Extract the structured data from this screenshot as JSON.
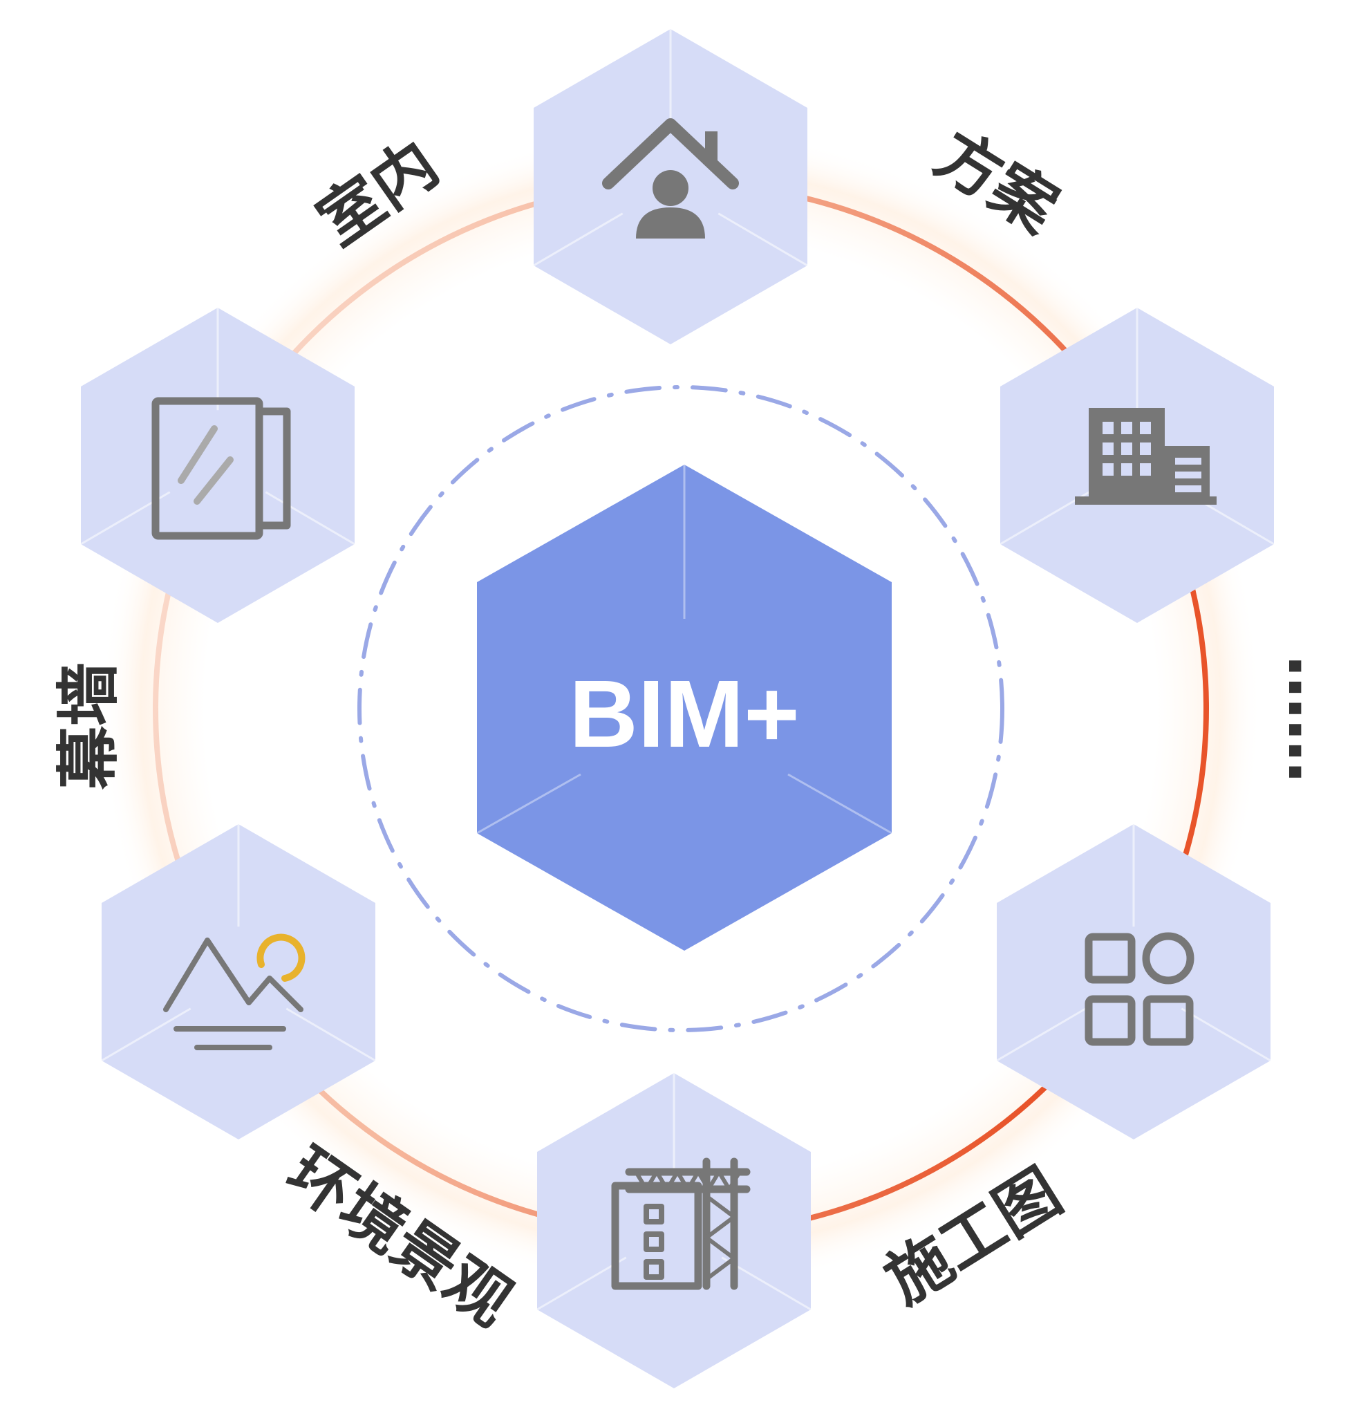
{
  "center": {
    "label": "BIM+"
  },
  "nodes": [
    {
      "id": "interior",
      "label": "室内",
      "icon": "house-person-icon"
    },
    {
      "id": "scheme",
      "label": "方案",
      "icon": "building-icon"
    },
    {
      "id": "construction",
      "label": "施工图",
      "icon": "tower-crane-icon"
    },
    {
      "id": "landscape",
      "label": "环境景观",
      "icon": "mountain-sun-icon"
    },
    {
      "id": "curtain-wall",
      "label": "幕墙",
      "icon": "glass-panel-icon"
    },
    {
      "id": "more",
      "label": "……",
      "icon": "apps-grid-icon"
    }
  ],
  "colors": {
    "ring_orange": "#e8542a",
    "ring_light": "#f7c9b4",
    "dashed_circle": "#9aa8e6",
    "satellite_hex": "#d6dcf7",
    "center_hex": "#7b95e6",
    "icon_gray": "#777777",
    "sun_yellow": "#e8b22c"
  }
}
